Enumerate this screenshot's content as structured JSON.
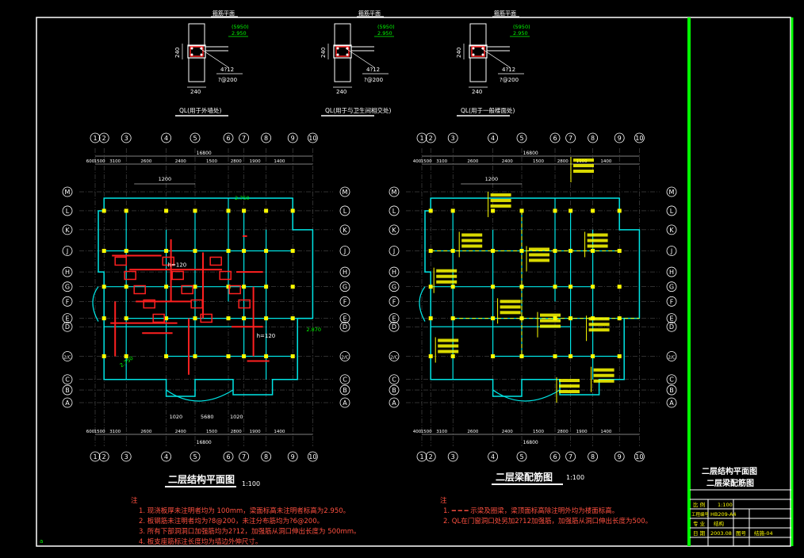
{
  "sections": [
    {
      "title": "箍筋平面",
      "label": "QL(用于外墙处)",
      "bars": "4?12",
      "stirrup": "?@200",
      "level_a": "(5950)",
      "level_b": "2.950",
      "dim_h": "240",
      "dim_w": "240"
    },
    {
      "title": "箍筋平面",
      "label": "QL(用于与卫生间相交处)",
      "bars": "4?12",
      "stirrup": "?@200",
      "level_a": "(5950)",
      "level_b": "2.950",
      "dim_h": "240",
      "dim_w": "240"
    },
    {
      "title": "箍筋平面",
      "label": "QL(用于一般楼面处)",
      "bars": "4?12",
      "stirrup": "?@200",
      "level_a": "(5950)",
      "level_b": "2.950",
      "dim_h": "240",
      "dim_w": "240"
    }
  ],
  "axis_cols": [
    "1",
    "2",
    "3",
    "4",
    "5",
    "6",
    "7",
    "8",
    "9",
    "10"
  ],
  "axis_rows": [
    "M",
    "L",
    "K",
    "J",
    "H",
    "G",
    "F",
    "E",
    "D",
    "2/C",
    "C",
    "B",
    "A"
  ],
  "left_plan": {
    "title": "二层结构平面图",
    "scale": "1:100",
    "total": "16800",
    "top_dims": [
      "600",
      "1500",
      "3100",
      "2600",
      "2400",
      "1500",
      "2800",
      "1900",
      "1400"
    ],
    "bottom_dims": [
      "1020",
      "5680",
      "1020"
    ],
    "callouts": [
      "1200",
      "2.750",
      "h=120",
      "h=120",
      "2.870",
      "2.750"
    ]
  },
  "right_plan": {
    "title": "二层梁配筋图",
    "scale": "1:100",
    "total": "16800",
    "top_dims": [
      "400",
      "1500",
      "3100",
      "2600",
      "2400",
      "1500",
      "2800",
      "1900",
      "1400"
    ],
    "callouts": [
      "1200"
    ]
  },
  "notes_left": {
    "head": "注",
    "lines": [
      "1. 现浇板厚未注明者均为 100mm，梁面标高未注明者标高为2.950。",
      "2. 板钢筋未注明者均为?8@200，未注分布筋均为?6@200。",
      "3. 所有下部洞洞口加强筋均为2?12，加强筋从洞口伸出长度为 500mm。",
      "4. 板支座筋标注长度均为墙边外伸尺寸。"
    ]
  },
  "notes_right": {
    "head": "注",
    "lines": [
      "1. ━ ━ ━ 示梁及圈梁，梁顶面标高除注明外均为楼面标高。",
      "2. QL在门窗洞口处另加2?12加强筋，加强筋从洞口伸出长度为500。"
    ]
  },
  "title_block": {
    "line1": "二层结构平面图",
    "line2": "二层梁配筋图",
    "scale_label": "比 例",
    "scale_value": "1:100",
    "project_no_label": "工程编号",
    "project_no_value": "HB209-A4",
    "discipline_label": "专 业",
    "discipline_value": "结构",
    "date_label": "日 期",
    "date_value": "2003.08",
    "sheet_label": "图号",
    "sheet_value": "结施-04"
  },
  "colors": {
    "background": "#000000",
    "frame": "#ffffff",
    "title_bar": "#00ff00",
    "axis": "#ffffff",
    "wall": "#00e5e5",
    "rebar": "#ff2020",
    "beam_label": "#ffff00",
    "note_text": "#ff5040"
  }
}
